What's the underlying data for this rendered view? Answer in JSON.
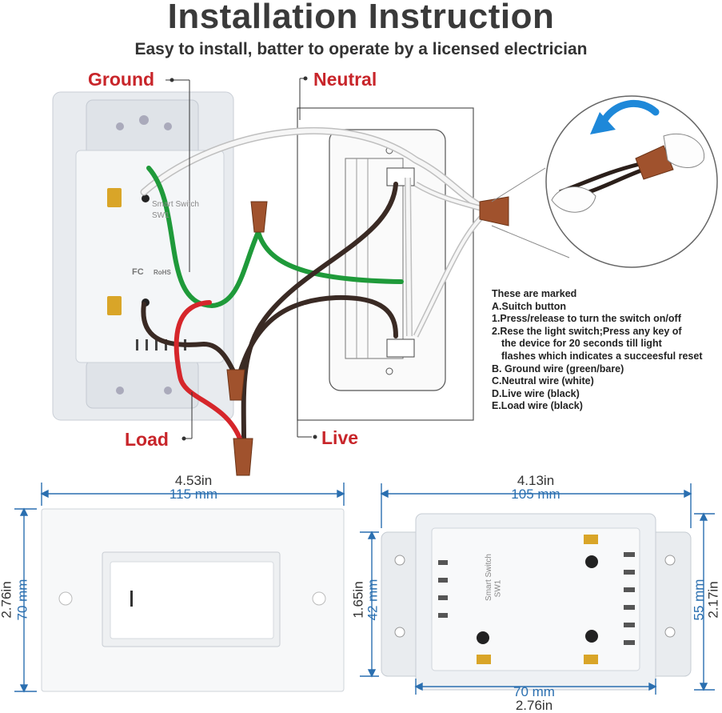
{
  "title": "Installation Instruction",
  "subtitle": "Easy to install, batter to operate by a licensed electrician",
  "callouts": {
    "ground": "Ground",
    "neutral": "Neutral",
    "load": "Load",
    "live": "Live"
  },
  "device_text": {
    "brand": "Smart Switch",
    "model": "SW1",
    "fc": "FC",
    "rohs": "RoHS"
  },
  "notes": [
    "These are marked",
    "A.Suitch button",
    "1.Press/release to turn the switch on/off",
    "2.Rese the light switch;Press any key of",
    "the device for 20 seconds till light",
    "flashes which indicates a succeesful reset",
    "B. Ground wire (green/bare)",
    "C.Neutral wire (white)",
    "D.Live wire (black)",
    "E.Load wire (black)"
  ],
  "dimensions": {
    "plate_width_in": "4.53in",
    "plate_width_mm": "115 mm",
    "plate_height_in": "2.76in",
    "plate_height_mm": "70 mm",
    "body_width_in": "4.13in",
    "body_width_mm": "105 mm",
    "body_inner_in": "1.65in",
    "body_inner_mm": "42 mm",
    "body_height_mm": "55 mm",
    "body_height_in": "2.17in",
    "body_depth_mm": "70 mm",
    "body_depth_in": "2.76in"
  },
  "colors": {
    "ground_wire": "#1f9a3a",
    "neutral_wire": "#f2f2f2",
    "live_wire": "#3a2a24",
    "load_wire": "#d6262b",
    "wire_nut": "#a0522d",
    "dimension": "#2a6fb0",
    "callout": "#c8252a"
  }
}
